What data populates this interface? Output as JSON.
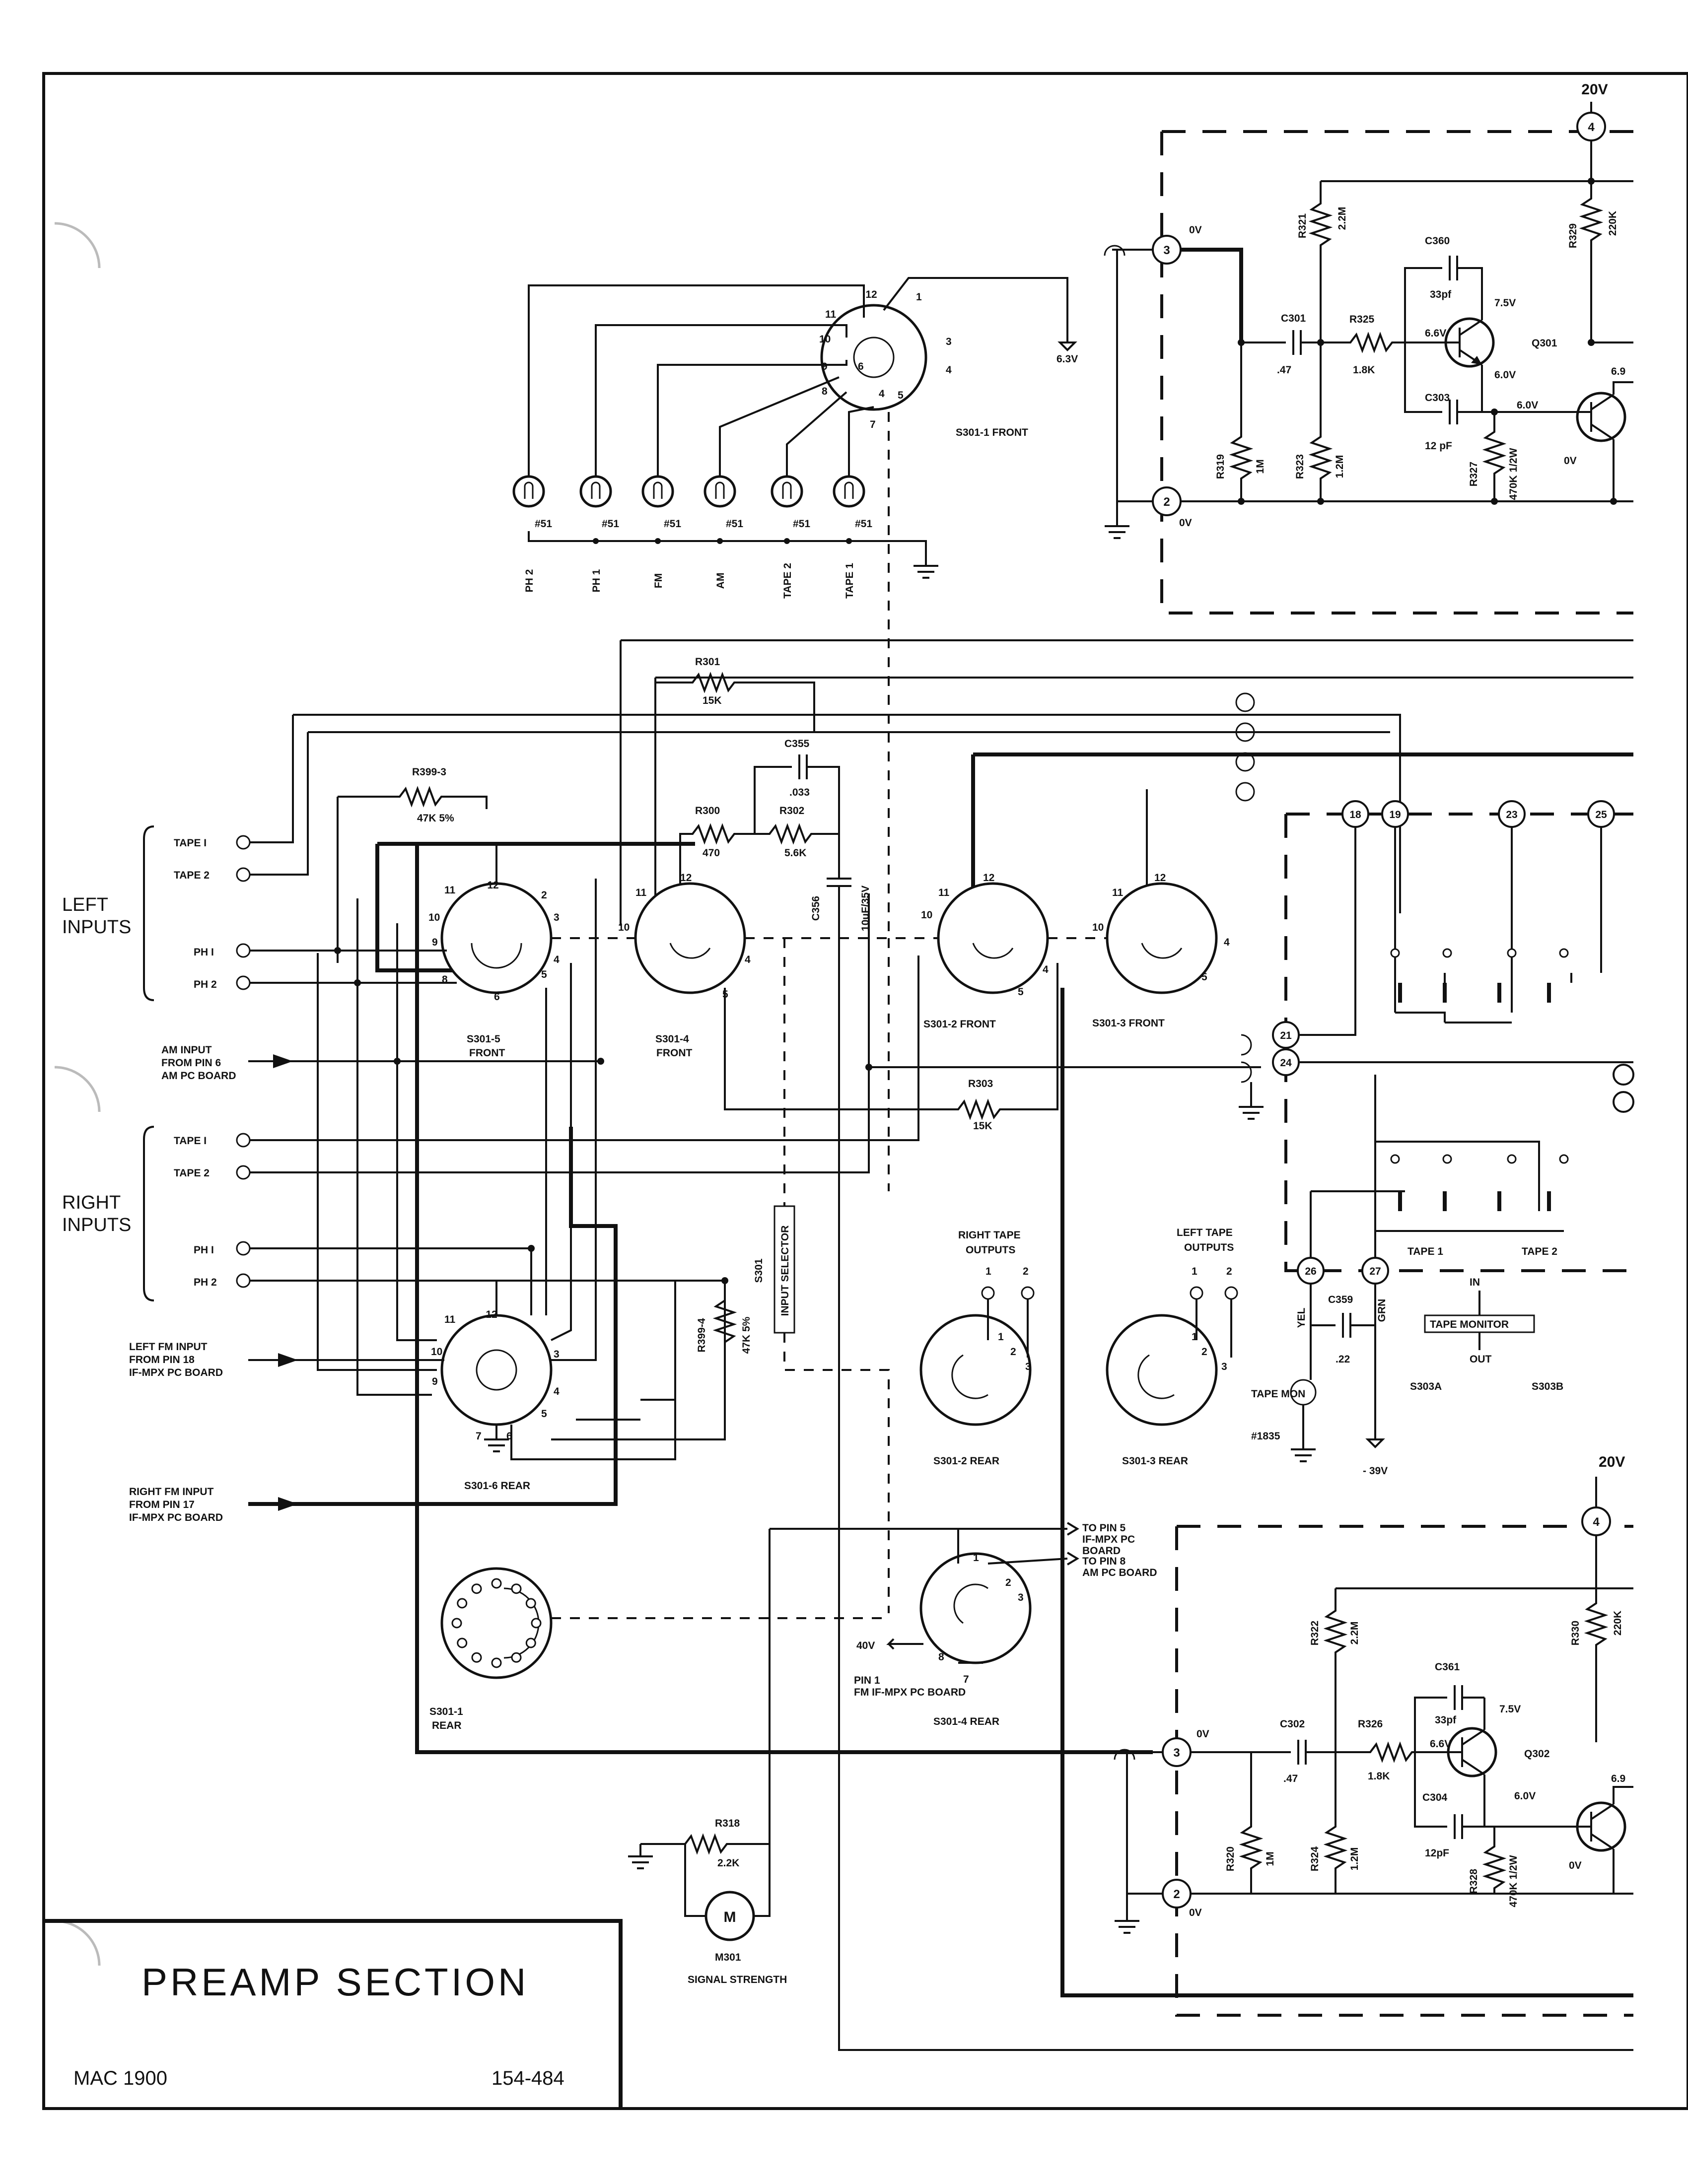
{
  "supply_labels": {
    "v20_top": "20V",
    "v20_bottom": "20V",
    "v6_3": "6.3V",
    "v_neg39": "- 39V",
    "v40": "40V"
  },
  "nodes": {
    "n2": "2",
    "n3": "3",
    "n4": "4",
    "n18": "18",
    "n19": "19",
    "n23": "23",
    "n25": "25",
    "n21": "21",
    "n24": "24",
    "n26": "26",
    "n27": "27"
  },
  "components": {
    "r321": "R321",
    "r321_val": "2.2M",
    "r329": "R329",
    "r329_val": "220K",
    "c360": "C360",
    "c360_val": "33pf",
    "c301": "C301",
    "c301_val": ".47",
    "r325": "R325",
    "r325_val": "1.8K",
    "q301": "Q301",
    "c303": "C303",
    "c303_val": "12 pF",
    "r319": "R319",
    "r319_val": "1M",
    "r323": "R323",
    "r323_val": "1.2M",
    "r327": "R327",
    "r327_val": "470K 1/2W",
    "r322": "R322",
    "r322_val": "2.2M",
    "r330": "R330",
    "r330_val": "220K",
    "c361": "C361",
    "c361_val": "33pf",
    "c302": "C302",
    "c302_val": ".47",
    "r326": "R326",
    "r326_val": "1.8K",
    "q302": "Q302",
    "c304": "C304",
    "c304_val": "12pF",
    "r320": "R320",
    "r320_val": "1M",
    "r324": "R324",
    "r324_val": "1.2M",
    "r328": "R328",
    "r328_val": "470K 1/2W",
    "r301": "R301",
    "r301_val": "15K",
    "r300": "R300",
    "r300_val": "470",
    "r302": "R302",
    "r302_val": "5.6K",
    "c355": "C355",
    "c355_val": ".033",
    "c356": "C356",
    "c356_val": "10uF/35V",
    "r303": "R303",
    "r303_val": "15K",
    "r399_3": "R399-3",
    "r399_3_val": "47K 5%",
    "r399_4": "R399-4",
    "r399_4_val": "47K 5%",
    "r318": "R318",
    "r318_val": "2.2K",
    "c359": "C359",
    "c359_val": ".22",
    "m301": "M301",
    "m301_desc": "SIGNAL STRENGTH",
    "m_symbol": "M",
    "tape_mon_lamp": "TAPE MON",
    "tape_mon_num": "#1835"
  },
  "voltages": {
    "ov": "0V",
    "v7_5": "7.5V",
    "v6_6": "6.6V",
    "v6_0": "6.0V",
    "v6_9": "6.9"
  },
  "lamps": {
    "number": "#51",
    "names": [
      "PH 2",
      "PH 1",
      "FM",
      "AM",
      "TAPE 2",
      "TAPE 1"
    ]
  },
  "switches": {
    "s301_1_front": "S301-1 FRONT",
    "s301_5_front": "S301-5",
    "front": "FRONT",
    "s301_4_front": "S301-4",
    "s301_2_front": "S301-2 FRONT",
    "s301_3_front": "S301-3 FRONT",
    "s301_6_rear": "S301-6 REAR",
    "s301_2_rear": "S301-2 REAR",
    "s301_3_rear": "S301-3 REAR",
    "s301_4_rear": "S301-4 REAR",
    "s301_1_rear": "S301-1",
    "rear": "REAR",
    "s301": "S301",
    "input_selector": "INPUT SELECTOR",
    "s303a": "S303A",
    "s303b": "S303B"
  },
  "inputs": {
    "left_group": "LEFT",
    "right_group": "RIGHT",
    "inputs_word": "INPUTS",
    "tape1": "TAPE I",
    "tape2": "TAPE 2",
    "ph1": "PH I",
    "ph2": "PH 2",
    "am_input": [
      "AM INPUT",
      "FROM PIN 6",
      "AM PC BOARD"
    ],
    "left_fm": [
      "LEFT FM INPUT",
      "FROM PIN 18",
      "IF-MPX PC BOARD"
    ],
    "right_fm": [
      "RIGHT FM INPUT",
      "FROM PIN 17",
      "IF-MPX PC BOARD"
    ]
  },
  "outputs": {
    "right_tape": [
      "RIGHT TAPE",
      "OUTPUTS"
    ],
    "left_tape": [
      "LEFT TAPE",
      "OUTPUTS"
    ],
    "out1": "1",
    "out2": "2",
    "to_pin5": [
      "TO PIN 5",
      "IF-MPX PC",
      "BOARD"
    ],
    "to_pin8": [
      "TO PIN 8",
      "AM PC BOARD"
    ],
    "pin1": [
      "PIN 1",
      "FM IF-MPX PC BOARD"
    ]
  },
  "tape_monitor": {
    "yel": "YEL",
    "grn": "GRN",
    "tape1": "TAPE 1",
    "tape2": "TAPE 2",
    "label": "TAPE MONITOR",
    "in": "IN",
    "out": "OUT"
  },
  "title_block": {
    "title": "PREAMP SECTION",
    "model": "MAC 1900",
    "part_number": "154-484"
  }
}
